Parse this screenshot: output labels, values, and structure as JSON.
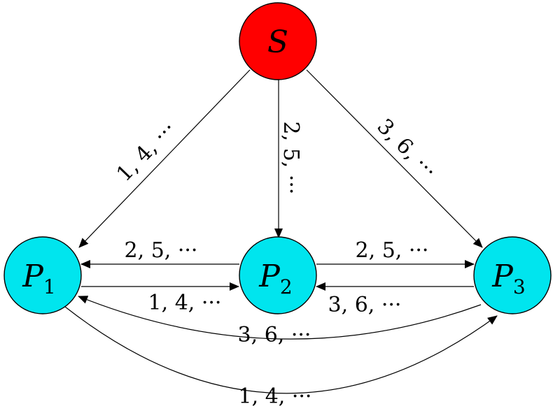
{
  "colors": {
    "source_fill": "#ff0000",
    "processor_fill": "#00e5ee",
    "stroke": "#000000"
  },
  "nodes": {
    "S": {
      "main": "S",
      "sub": ""
    },
    "P1": {
      "main": "P",
      "sub": "1"
    },
    "P2": {
      "main": "P",
      "sub": "2"
    },
    "P3": {
      "main": "P",
      "sub": "3"
    }
  },
  "edges": {
    "S_P1": "1, 4, ···",
    "S_P2": "2, 5, ···",
    "S_P3": "3, 6, ···",
    "P2_P1": "2, 5, ···",
    "P1_P2": "1, 4, ···",
    "P2_P3": "2, 5, ···",
    "P3_P2": "3, 6, ···",
    "P3_P1": "3, 6, ···",
    "P1_P3": "1, 4, ···"
  }
}
